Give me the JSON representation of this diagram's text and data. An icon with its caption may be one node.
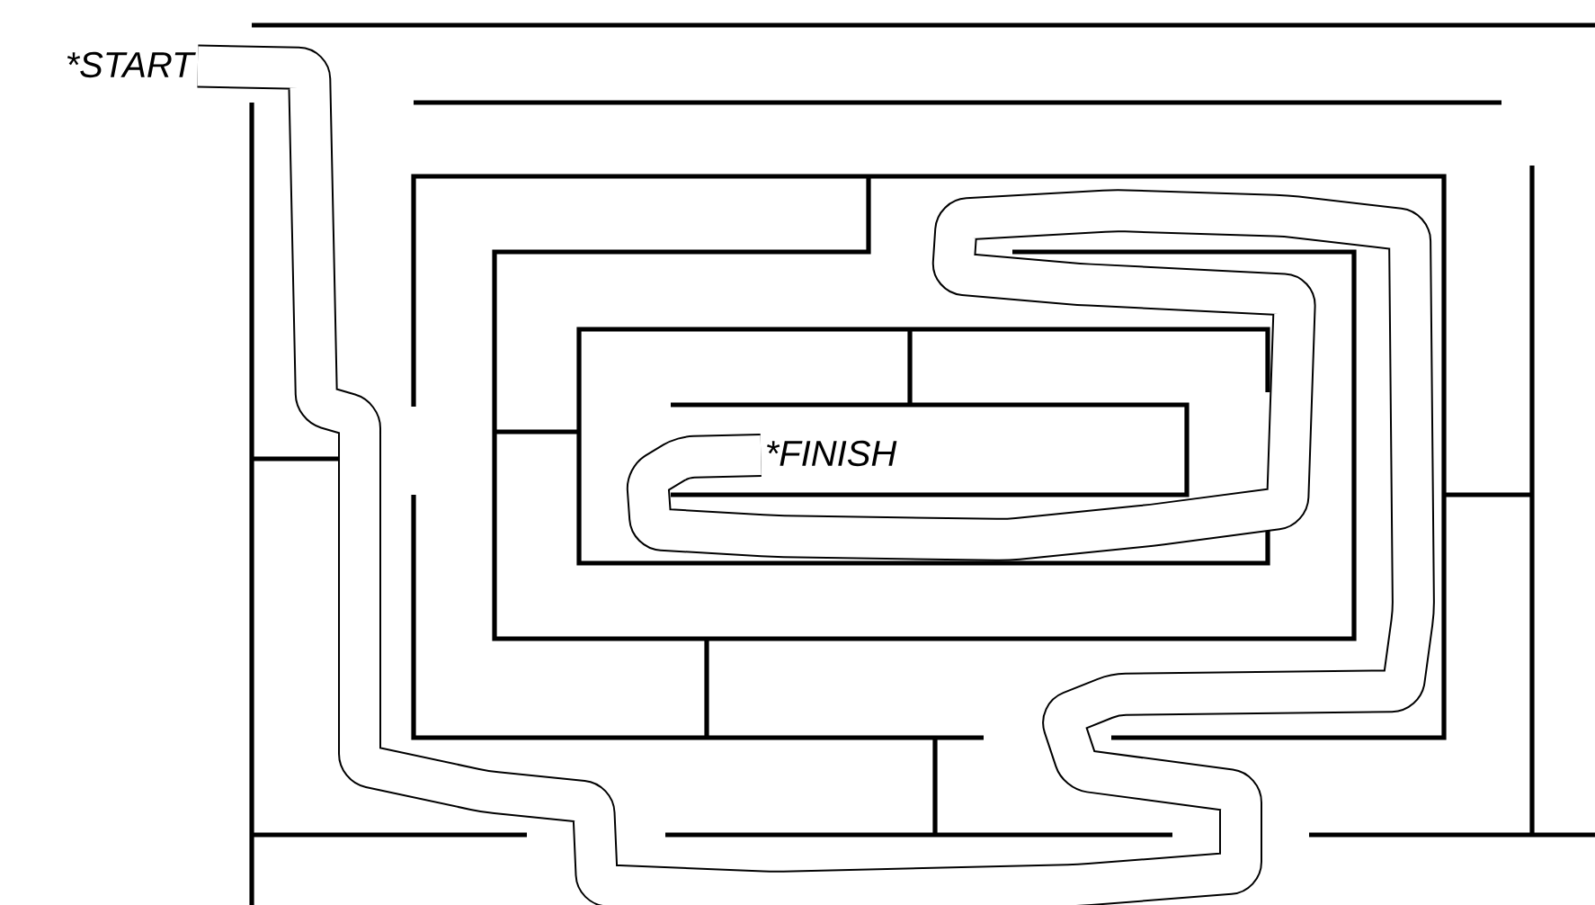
{
  "diagram": {
    "nodes": [
      {
        "text": [
          "*START"
        ]
      },
      {
        "text": [
          "*FINISH"
        ]
      }
    ],
    "edges": [
      {
        "from": 0,
        "to": 1,
        "arrow": "none"
      }
    ]
  }
}
